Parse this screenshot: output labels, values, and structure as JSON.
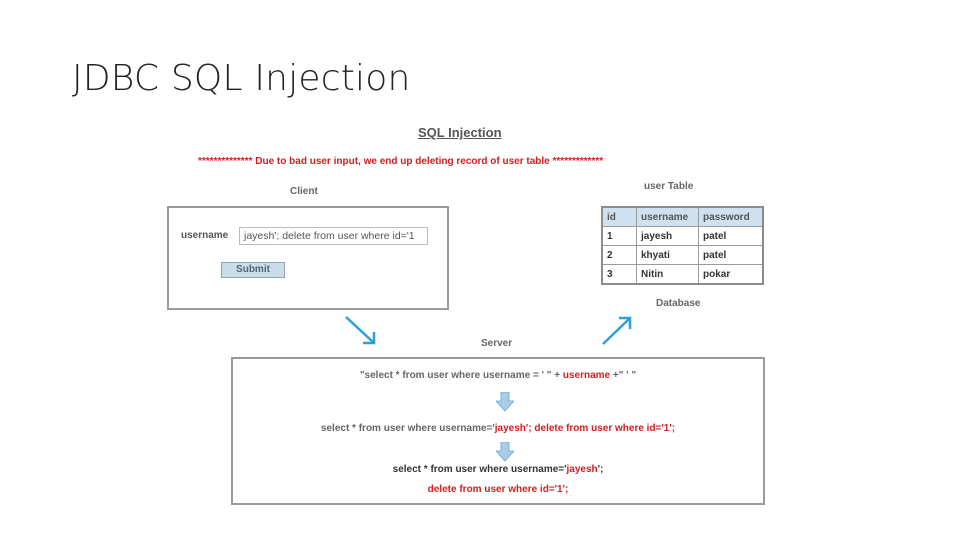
{
  "slide": {
    "title": "JDBC SQL Injection"
  },
  "figure": {
    "title": "SQL Injection",
    "warning": "************** Due to bad user input, we end up deleting record of user table *************",
    "client": {
      "label": "Client",
      "username_label": "username",
      "username_value": "jayesh'; delete from user where id='1",
      "submit_label": "Submit"
    },
    "user_table": {
      "label": "user Table",
      "headers": [
        "id",
        "username",
        "password"
      ],
      "rows": [
        [
          "1",
          "jayesh",
          "patel"
        ],
        [
          "2",
          "khyati",
          "patel"
        ],
        [
          "3",
          "Nitin",
          "pokar"
        ]
      ]
    },
    "database_label": "Database",
    "server": {
      "label": "Server",
      "line1_a": "\"select * from user where username = ' \" + ",
      "line1_b": "username",
      "line1_c": " +\" ' \"",
      "line2_a": "select * from user where username='",
      "line2_b": "jayesh",
      "line2_c": "'; delete from user where id='1'",
      "line2_d": ";",
      "line3_a": "select * from user where username='",
      "line3_b": "jayesh",
      "line3_c": "';",
      "line4": "delete from user where id='1';"
    },
    "colors": {
      "highlight": "#d02020",
      "arrow": "#2aa0d8",
      "header_fill": "#cfe0ef",
      "down_arrow": "#a9cde8"
    }
  }
}
